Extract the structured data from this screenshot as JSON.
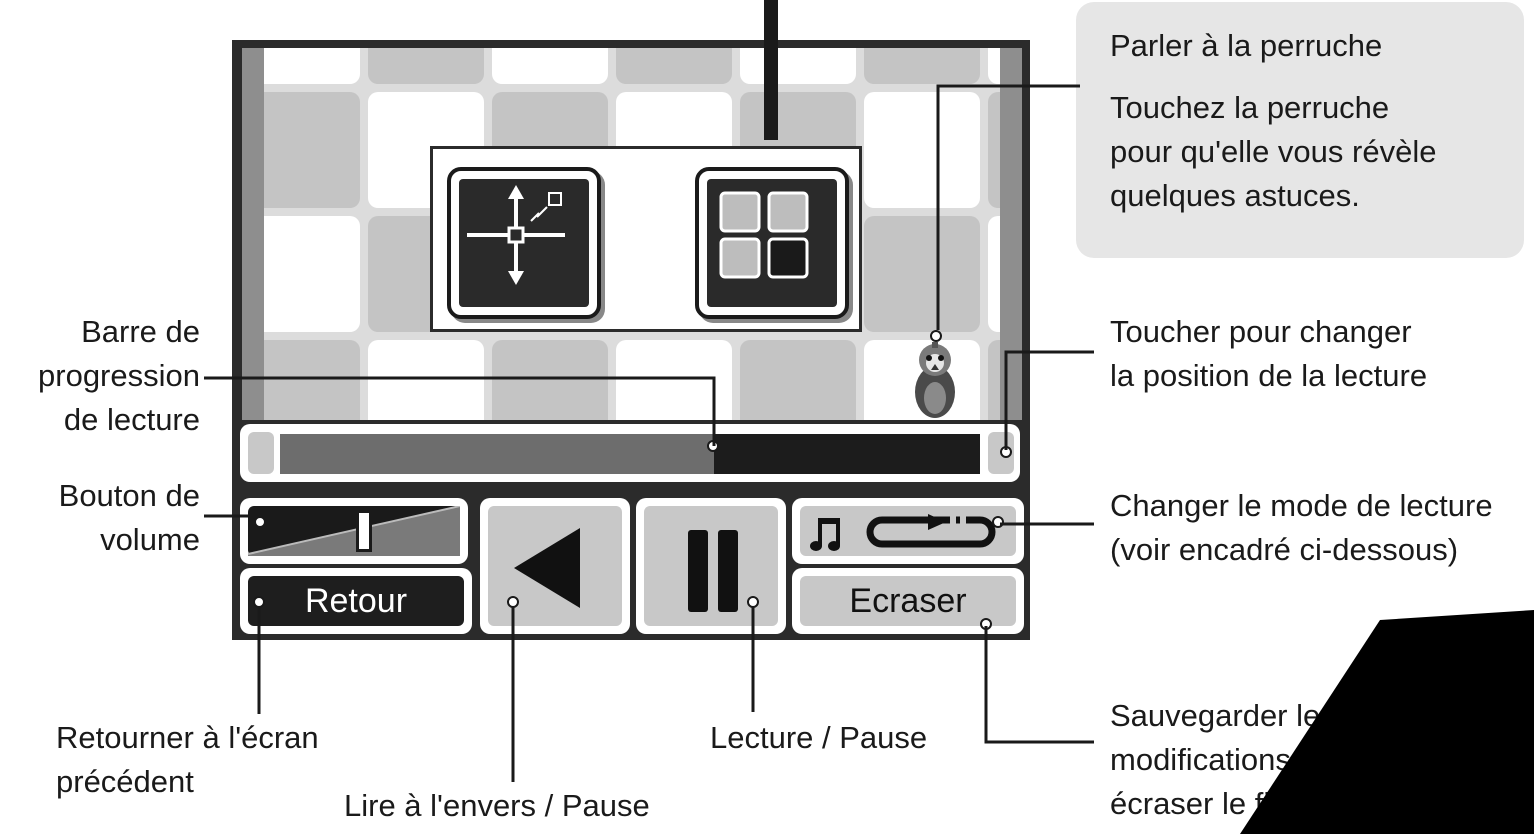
{
  "callouts": {
    "parrot_title": "Parler à la perruche",
    "parrot_desc": [
      "Touchez la perruche",
      "pour qu'elle vous révèle",
      "quelques astuces."
    ],
    "progress_bar": [
      "Barre de",
      "progression",
      "de lecture"
    ],
    "seek": [
      "Toucher pour changer",
      "la position de la lecture"
    ],
    "volume": [
      "Bouton de",
      "volume"
    ],
    "play_mode": [
      "Changer le mode de lecture",
      "(voir encadré ci-dessous)"
    ],
    "back": [
      "Retourner à l'écran",
      "précédent"
    ],
    "reverse": "Lire à l'envers / Pause",
    "play_pause": "Lecture / Pause",
    "overwrite": [
      "Sauvegarder les",
      "modifications et",
      "écraser le fichier"
    ]
  },
  "screen": {
    "back_label": "Retour",
    "overwrite_label": "Ecraser",
    "progress_fraction": 0.62,
    "volume_fraction": 0.55
  },
  "icons": [
    "move-cursor-icon",
    "grid-view-icon",
    "parrot-icon",
    "reverse-play-icon",
    "pause-icon",
    "music-note-icon",
    "loop-mode-icon"
  ],
  "colors": {
    "screen_border": "#2b2b2b",
    "progress_played": "#6d6d6d",
    "progress_track": "#1c1c1c",
    "button_face": "#c8c8c8"
  }
}
